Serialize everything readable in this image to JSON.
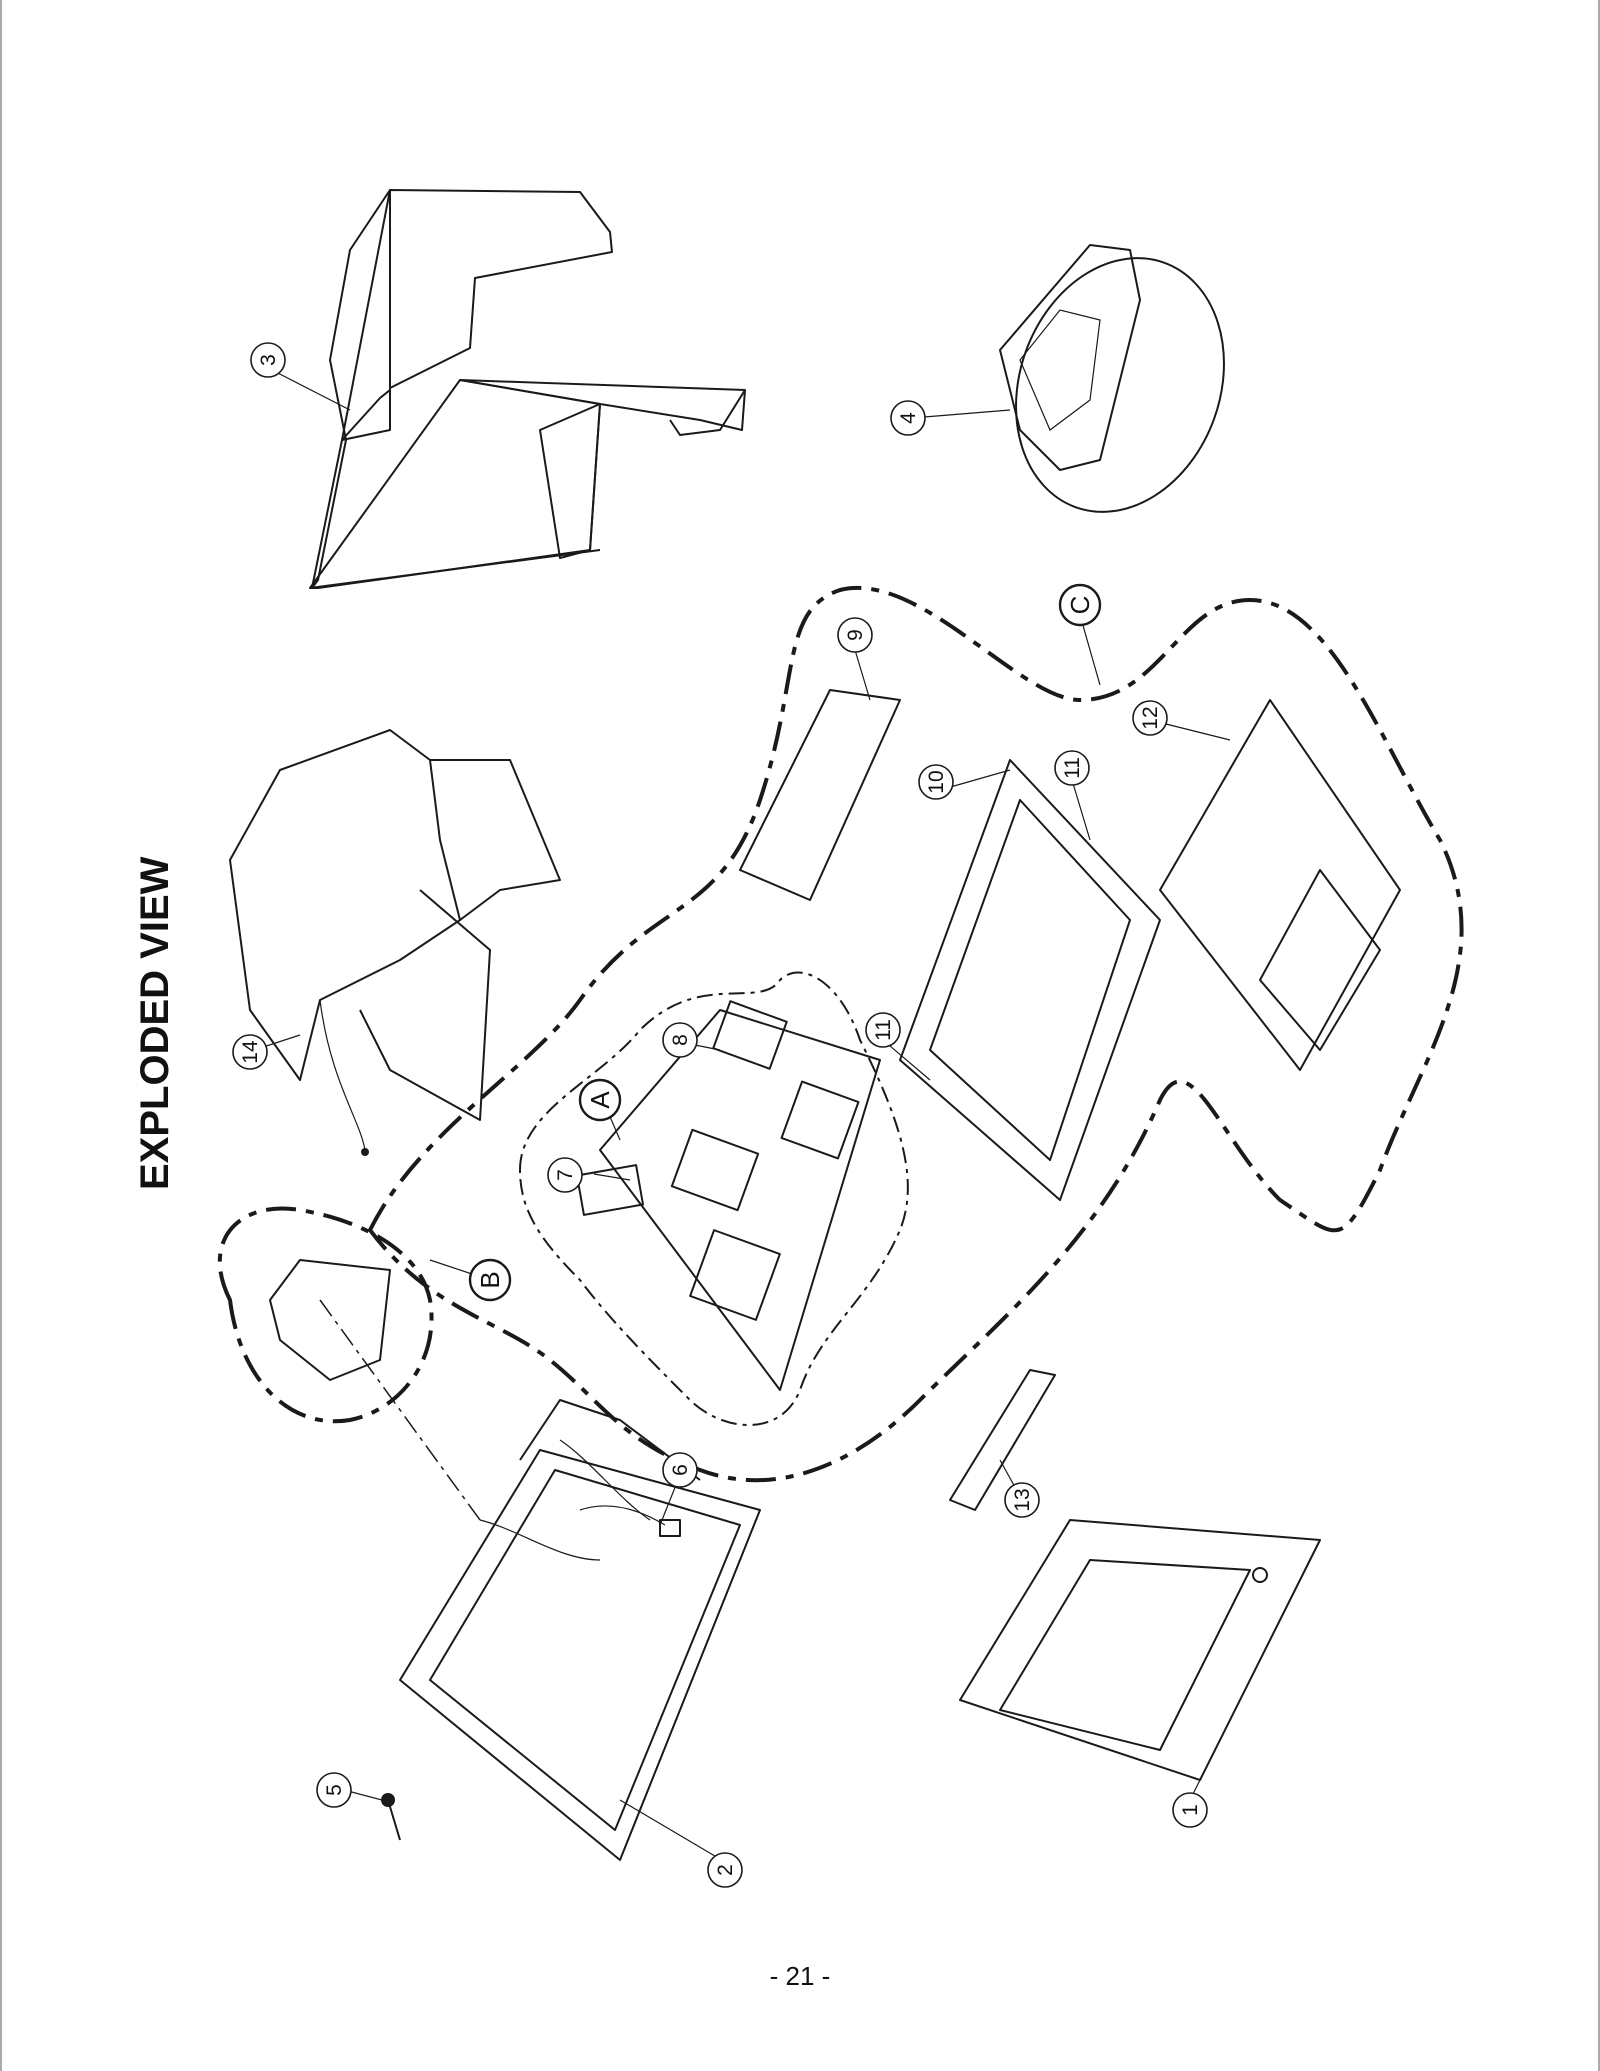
{
  "document": {
    "title": "EXPLODED VIEW",
    "page_number": "- 21 -"
  },
  "callouts": [
    {
      "id": "c1",
      "label": "1"
    },
    {
      "id": "c2",
      "label": "2"
    },
    {
      "id": "c3",
      "label": "3"
    },
    {
      "id": "c4",
      "label": "4"
    },
    {
      "id": "c5",
      "label": "5"
    },
    {
      "id": "c6",
      "label": "6"
    },
    {
      "id": "c7",
      "label": "7"
    },
    {
      "id": "c8",
      "label": "8"
    },
    {
      "id": "c9",
      "label": "9"
    },
    {
      "id": "c10",
      "label": "10"
    },
    {
      "id": "c11a",
      "label": "11"
    },
    {
      "id": "c11b",
      "label": "11"
    },
    {
      "id": "c12",
      "label": "12"
    },
    {
      "id": "c13",
      "label": "13"
    },
    {
      "id": "c14",
      "label": "14"
    }
  ],
  "groups": [
    {
      "id": "gA",
      "label": "A"
    },
    {
      "id": "gB",
      "label": "B"
    },
    {
      "id": "gC",
      "label": "C"
    }
  ]
}
